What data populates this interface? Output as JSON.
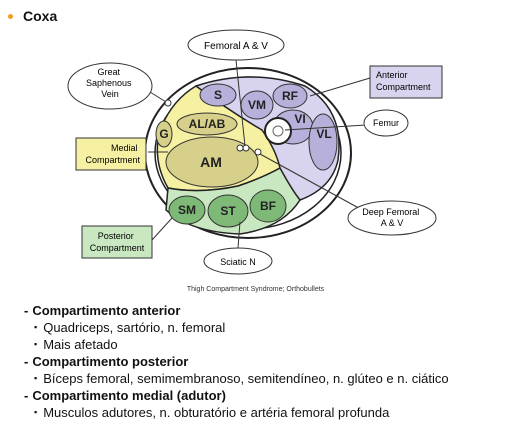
{
  "title": "Coxa",
  "diagram": {
    "callouts": {
      "femoral": "Femoral A & V",
      "saphenous": [
        "Great",
        "Saphenous",
        "Vein"
      ],
      "anterior": [
        "Anterior",
        "Compartment"
      ],
      "femur": "Femur",
      "medial": [
        "Medial",
        "Compartment"
      ],
      "deep": [
        "Deep Femoral",
        "A & V"
      ],
      "posterior": [
        "Posterior",
        "Compartment"
      ],
      "sciatic": "Sciatic N"
    },
    "muscles": {
      "s": "S",
      "vm": "VM",
      "rf": "RF",
      "vi": "VI",
      "vl": "VL",
      "g": "G",
      "alab": "AL/AB",
      "am": "AM",
      "sm": "SM",
      "st": "ST",
      "bf": "BF"
    },
    "colors": {
      "anterior": "#d8d3ee",
      "medial": "#f6f1a2",
      "medial_muscle": "#d6d08a",
      "posterior": "#c9e8c2",
      "posterior_muscle": "#7fb978"
    }
  },
  "caption": "Thigh Compartment Syndrome; Orthobullets",
  "notes": [
    {
      "heading": "Compartimento anterior",
      "items": [
        "Quadriceps, sartório, n. femoral",
        "Mais afetado"
      ]
    },
    {
      "heading": "Compartimento posterior",
      "items": [
        "Bíceps femoral, semimembranoso, semitendíneo, n. glúteo e n. ciático"
      ]
    },
    {
      "heading": "Compartimento medial (adutor)",
      "items": [
        "Musculos adutores, n. obturatório e artéria femoral profunda"
      ]
    }
  ]
}
